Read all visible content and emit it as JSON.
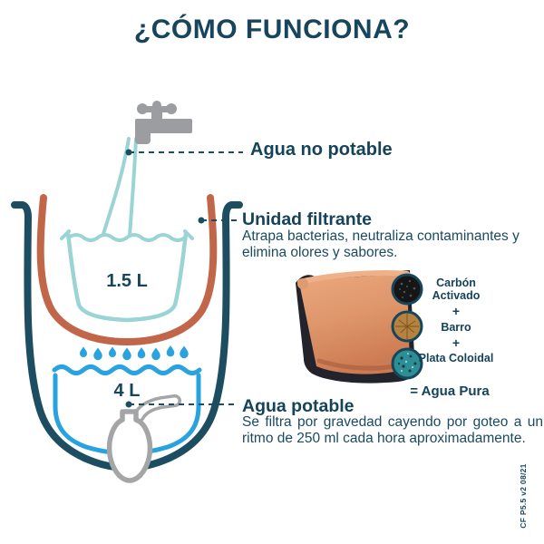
{
  "title": "¿CÓMO FUNCIONA?",
  "diagram": {
    "filter_volume": "1.5 L",
    "reservoir_volume": "4 L"
  },
  "callouts": {
    "no_potable": {
      "heading": "Agua no potable"
    },
    "filter_unit": {
      "heading": "Unidad filtrante",
      "body": "Atrapa bacterias, neutraliza contaminantes y elimina olores y sabores."
    },
    "potable": {
      "heading": "Agua potable",
      "body": "Se filtra por gravedad cayendo por goteo a un ritmo de 250 ml cada hora aproximadamente."
    }
  },
  "filter_composition": {
    "item1": "Carbón Activado",
    "plus1": "+",
    "item2": "Barro",
    "plus2": "+",
    "item3": "Plata Coloidal",
    "result": "= Agua Pura"
  },
  "version_code": "CF P5.5 v2 08/21",
  "icons": {
    "faucet": "faucet-icon",
    "spigot": "spigot-tap-icon",
    "drops": "water-drip-icon",
    "carbon_circle": "activated-carbon-texture-icon",
    "clay_circle": "clay-texture-icon",
    "silver_circle": "colloidal-silver-texture-icon"
  },
  "colors": {
    "ink": "#17455c",
    "container_outline": "#1d4d60",
    "terracotta": "#c2664a",
    "light_teal": "#9bd4d4",
    "water_blue": "#29a3e0",
    "faucet_gray": "#9b9da0",
    "pot_clay": "#d98f63"
  }
}
